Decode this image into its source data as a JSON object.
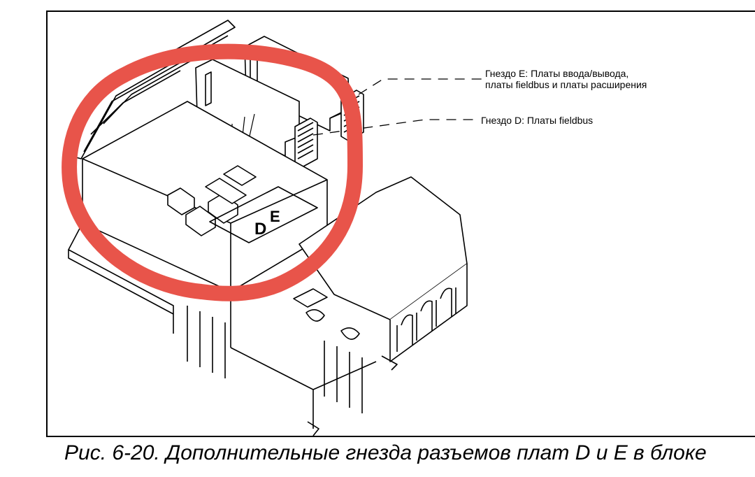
{
  "diagram": {
    "callouts": {
      "slot_e_line1": "Гнездо E: Платы ввода/вывода,",
      "slot_e_line2": "платы fieldbus и платы расширения",
      "slot_d": "Гнездо D: Платы fieldbus"
    },
    "slot_letters": {
      "d": "D",
      "e": "E"
    },
    "highlight_color": "#e8544a",
    "line_color": "#000000"
  },
  "caption": "Рис. 6-20. Дополнительные гнезда разъемов плат D и E в блоке"
}
